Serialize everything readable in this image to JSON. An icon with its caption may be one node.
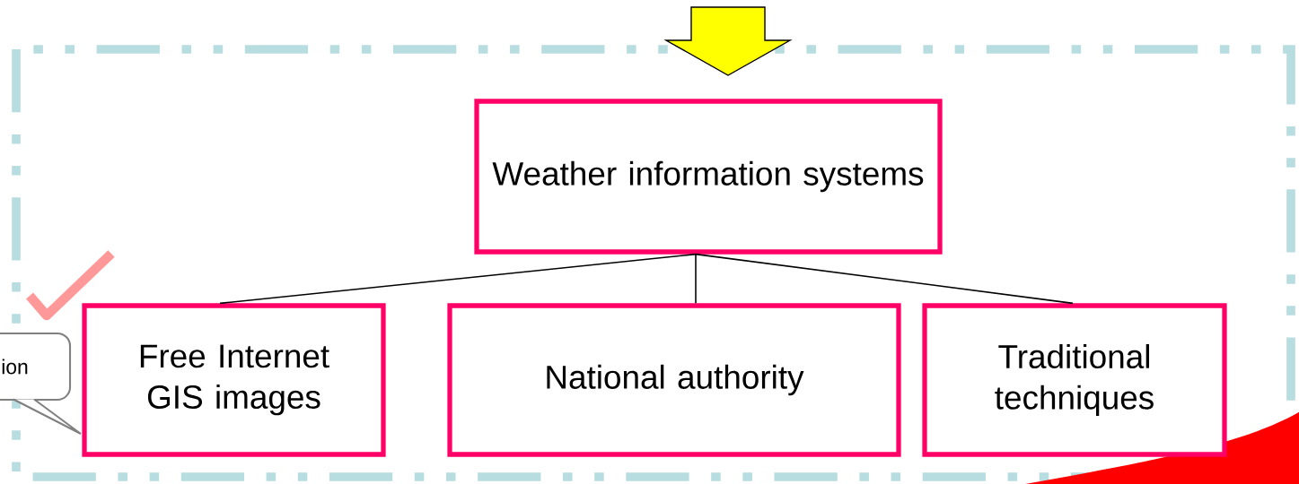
{
  "diagram": {
    "nodes": [
      {
        "text": [
          "Weather information systems"
        ]
      },
      {
        "text": [
          "Free Internet GIS images"
        ]
      },
      {
        "text": [
          "National authority"
        ]
      },
      {
        "text": [
          "Traditional techniques"
        ]
      },
      {
        "text": [
          "ion"
        ]
      }
    ],
    "edges": [
      {
        "from": null,
        "to": 0,
        "arrow": "to",
        "style": "thick",
        "color": "#ffff00"
      },
      {
        "from": 0,
        "to": 1,
        "arrow": "none"
      },
      {
        "from": 0,
        "to": 2,
        "arrow": "none"
      },
      {
        "from": 0,
        "to": 3,
        "arrow": "none"
      }
    ]
  }
}
